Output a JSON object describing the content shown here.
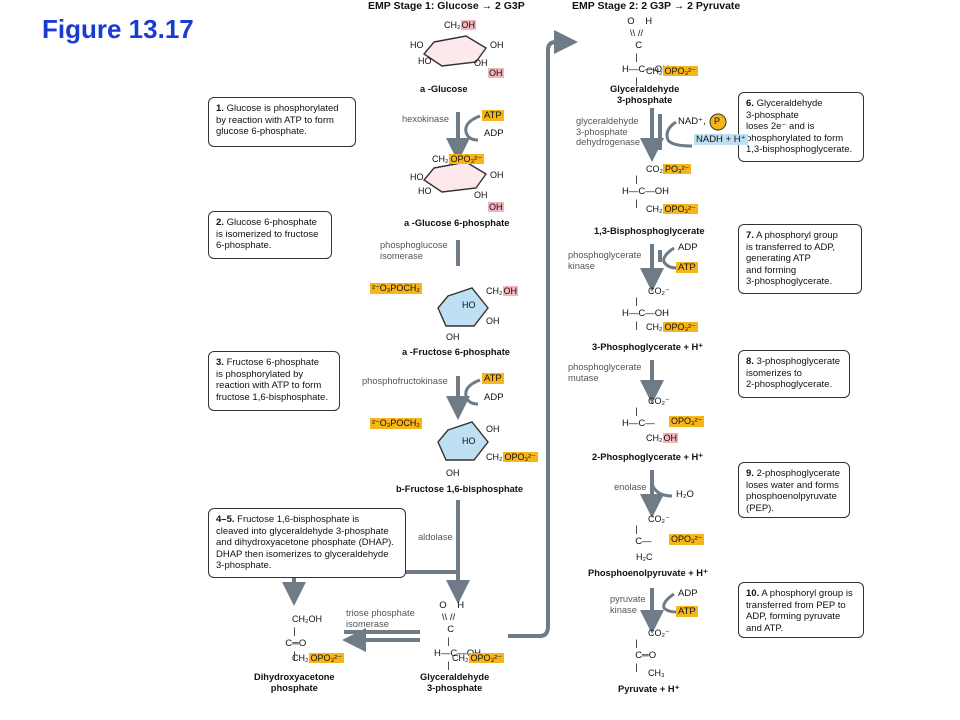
{
  "figure_title": "Figure 13.17",
  "stage1_title": "EMP Stage 1: Glucose → 2 G3P",
  "stage2_title": "EMP Stage 2: 2 G3P → 2 Pyruvate",
  "steps": [
    {
      "num": "1.",
      "text": "Glucose is phosphorylated\nby reaction with ATP to form\nglucose 6-phosphate."
    },
    {
      "num": "2.",
      "text": "Glucose 6-phosphate\nis isomerized to fructose\n6-phosphate."
    },
    {
      "num": "3.",
      "text": "Fructose 6-phosphate\nis phosphorylated by\nreaction with ATP to form\nfructose 1,6-bisphosphate."
    },
    {
      "num": "4–5.",
      "text": "Fructose 1,6-bisphosphate is\ncleaved into glyceraldehyde 3-phosphate\nand dihydroxyacetone phosphate (DHAP).\nDHAP then isomerizes to glyceraldehyde\n3-phosphate."
    },
    {
      "num": "6.",
      "text": "Glyceraldehyde\n3-phosphate\nloses 2e⁻ and is\nphosphorylated to form\n1,3-bisphosphoglycerate."
    },
    {
      "num": "7.",
      "text": "A phosphoryl group\nis transferred to ADP,\ngenerating ATP\nand forming\n3-phosphoglycerate."
    },
    {
      "num": "8.",
      "text": "3-phosphoglycerate\nisomerizes to\n2-phosphoglycerate."
    },
    {
      "num": "9.",
      "text": "2-phosphoglycerate\nloses water and forms\nphosphoenolpyruvate\n(PEP)."
    },
    {
      "num": "10.",
      "text": "A phosphoryl group is\ntransferred from PEP to\nADP, forming pyruvate\nand ATP."
    }
  ],
  "enzymes": {
    "hexokinase": "hexokinase",
    "pgi": "phosphoglucose\nisomerase",
    "pfk": "phosphofructokinase",
    "aldolase": "aldolase",
    "tpi": "triose phosphate\nisomerase",
    "g3pdh": "glyceraldehyde\n3-phosphate\ndehydrogenase",
    "pgk": "phosphoglycerate\nkinase",
    "pgm": "phosphoglycerate\nmutase",
    "enolase": "enolase",
    "pk": "pyruvate\nkinase"
  },
  "cofactors": {
    "atp": "ATP",
    "adp": "ADP",
    "nad": "NAD⁺,",
    "p": "P",
    "nadh": "NADH + H⁺",
    "h2o": "H₂O"
  },
  "compounds": {
    "glucose": "a -Glucose",
    "g6p": "a -Glucose 6-phosphate",
    "f6p": "a -Fructose 6-phosphate",
    "fbp": "b-Fructose 1,6-bisphosphate",
    "dhap": "Dihydroxyacetone\nphosphate",
    "g3p_left": "Glyceraldehyde\n3-phosphate",
    "g3p_top": "Glyceraldehyde\n3-phosphate",
    "bpg": "1,3-Bisphosphoglycerate",
    "pg3": "3-Phosphoglycerate + H⁺",
    "pg2": "2-Phosphoglycerate + H⁺",
    "pep": "Phosphoenolpyruvate + H⁺",
    "pyruvate": "Pyruvate + H⁺"
  },
  "atoms": {
    "oh": "OH",
    "ho": "HO",
    "ch2oh": "CH₂OH",
    "ch2": "CH₂",
    "opo3": "OPO₃²⁻",
    "o3poch2": "²⁻O₃POCH₂",
    "po3": "PO₃²⁻",
    "co2": "CO₂",
    "co2m": "CO₂⁻",
    "o": "O",
    "h": "H",
    "c": "C",
    "ch3": "CH₃",
    "h2c": "H₂C"
  },
  "structures": {
    "g3p_stack": "  O    H\n   \\\\ //\n     C\n     |\nH—C—OH\n     |",
    "bpg_mid": "     |\nH—C—OH\n     |",
    "pg3_mid": "     |\nH—C—OH\n     |",
    "pg2_mid": "     |\nH—C—",
    "pep_mid": "     |\n     C—",
    "pyr_mid": "     |\n     C═O\n     |",
    "dhap_mid": "     |\n  C═O\n     |"
  }
}
